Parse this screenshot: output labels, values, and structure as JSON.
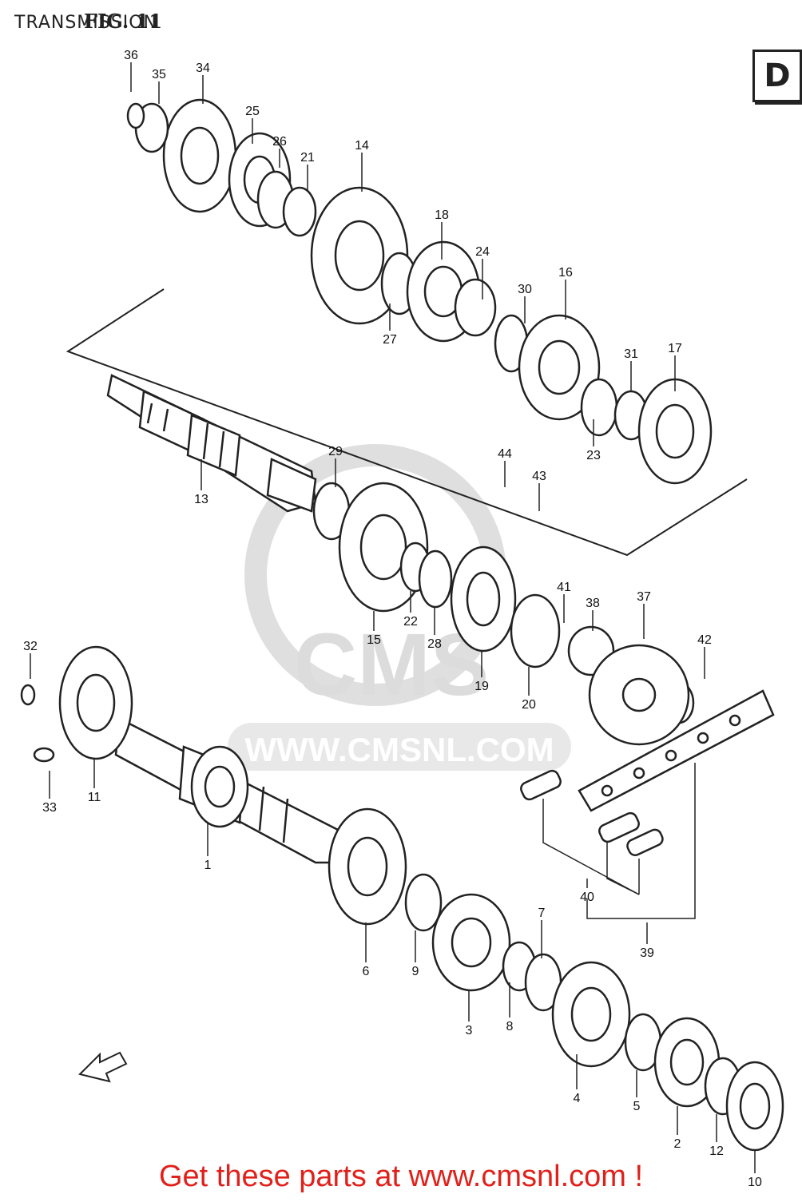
{
  "header": {
    "title": "TRANSMISSION",
    "figure": "FIG. 11",
    "section_badge": "D"
  },
  "watermark": {
    "brand": "CMS",
    "url": "WWW.CMSNL.COM"
  },
  "footer": {
    "cta_text": "Get these parts at www.cmsnl.com !"
  },
  "part_labels": [
    "1",
    "2",
    "3",
    "4",
    "5",
    "6",
    "7",
    "8",
    "9",
    "10",
    "11",
    "12",
    "13",
    "14",
    "15",
    "16",
    "17",
    "18",
    "19",
    "20",
    "21",
    "22",
    "23",
    "24",
    "25",
    "26",
    "27",
    "28",
    "29",
    "30",
    "31",
    "32",
    "33",
    "34",
    "35",
    "36",
    "37",
    "38",
    "39",
    "40",
    "41",
    "42",
    "43",
    "44"
  ],
  "colors": {
    "footer": "#e0211b",
    "line": "#222222",
    "watermark": "#d9d9d9"
  },
  "icons": {
    "direction_arrow": "arrow-front-icon"
  }
}
